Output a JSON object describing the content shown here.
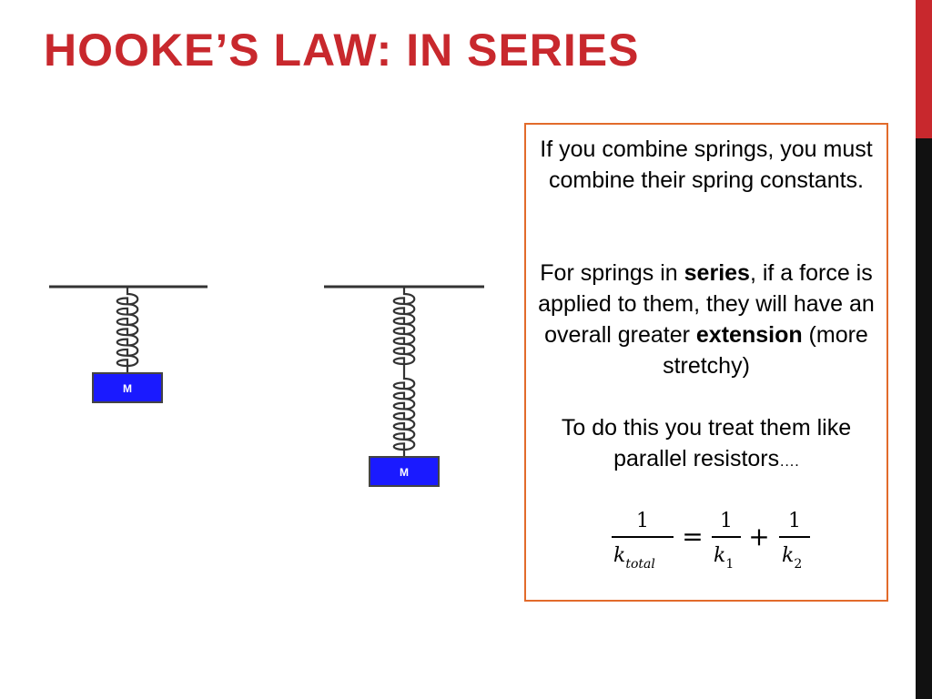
{
  "title": "HOOKE’S LAW: IN SERIES",
  "colors": {
    "title": "#c8282d",
    "accent_top": "#c8282d",
    "accent_bottom": "#111111",
    "textbox_border": "#e26b2b",
    "mass_fill": "#1a1aff",
    "mass_border": "#444444",
    "spring": "#333333"
  },
  "diagram": {
    "mass_label_left": "M",
    "mass_label_right": "M"
  },
  "textbox": {
    "paragraph1": "If you combine springs, you must combine their spring constants.",
    "p2_before": "For springs in ",
    "p2_bold1": "series",
    "p2_mid": ", if a force is applied to them, they will have an overall greater ",
    "p2_bold2": "extension",
    "p2_after": " (more stretchy)",
    "p3_main": "To do this you treat them like parallel resistors",
    "p3_dots": "….",
    "formula": {
      "numerator": "1",
      "k": "k",
      "sub_total": "total",
      "sub_1": "1",
      "sub_2": "2",
      "equals": "=",
      "plus": "+"
    }
  }
}
